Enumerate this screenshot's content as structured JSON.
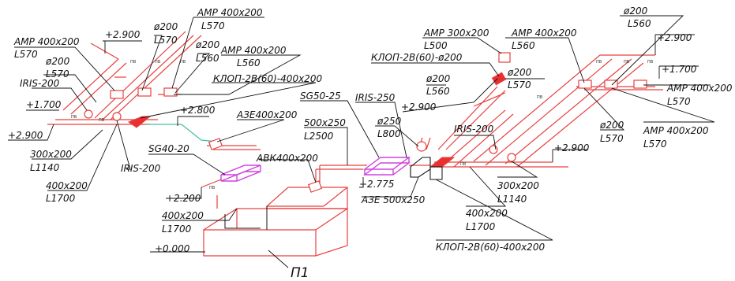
{
  "labels": {
    "amp400_l570_left": [
      "АМР 400x200",
      "L570"
    ],
    "elev_2900_top": "+2.900",
    "d200_l570_a": [
      "ø200",
      "L570"
    ],
    "amp400_l570_top": [
      "АМР 400x200",
      "L570"
    ],
    "d200_l560_a": [
      "ø200",
      "L560"
    ],
    "amp400_l560": [
      "АМР 400x200",
      "L560"
    ],
    "d200_l570_b": [
      "ø200",
      "L570"
    ],
    "iris200_a": "IRIS-200",
    "elev_1700_a": "+1.700",
    "klop_top_left": "КЛОП-2В(60)-400x200",
    "elev_2800": "+2.800",
    "elev_2900_left": "+2.900",
    "aze400": "АЗЕ400x200",
    "size300_l1140_a": [
      "300x200",
      "L1140"
    ],
    "iris200_b": "IRIS-200",
    "size400_l1700_a": [
      "400x200",
      "L1700"
    ],
    "sg40": "SG40-20",
    "abk400": "АВК400x200",
    "elev_2200": "+2.200",
    "size400_l1700_b": [
      "400x200",
      "L1700"
    ],
    "elev_0000": "+0.000",
    "p1": "П1",
    "sg50": "SG50-25",
    "size500_l2500": [
      "500x250",
      "L2500"
    ],
    "iris250": "IRIS-250",
    "d250_l800": [
      "ø250",
      "L800"
    ],
    "elev_2775": "+2.775",
    "aze500": "АЗЕ 500x250",
    "amp300_l500": [
      "АМР 300x200",
      "L500"
    ],
    "klop_d200": "КЛОП-2В(60)-ø200",
    "d200_l560_b": [
      "ø200",
      "L560"
    ],
    "elev_2900_mid": "+2.900",
    "d200_l570_c": [
      "ø200",
      "L570"
    ],
    "amp400_l560_right": [
      "АМР 400x200",
      "L560"
    ],
    "iris200_c": "IRIS-200",
    "d200_l560_elev": [
      "ø200",
      "L560",
      "+2.900"
    ],
    "elev_1700_b": "+1.700",
    "amp400_l570_right": [
      "АМР 400x200",
      "L570"
    ],
    "amp400_l570_bottom": [
      "АМР 400x200",
      "L570"
    ],
    "d200_l570_d": [
      "ø200",
      "L570"
    ],
    "elev_2900_right": "+2.900",
    "size300_l1140_b": [
      "300x200",
      "L1140"
    ],
    "size400_l1700_c": [
      "400x200",
      "L1700"
    ],
    "klop_bottom": "КЛОП-2В(60)-400x200"
  },
  "colors": {
    "duct": "#e84040",
    "leader": "#111111",
    "silencer": "#d040e0",
    "damper_fill": "#e83030",
    "bypass": "#40c0a0"
  }
}
